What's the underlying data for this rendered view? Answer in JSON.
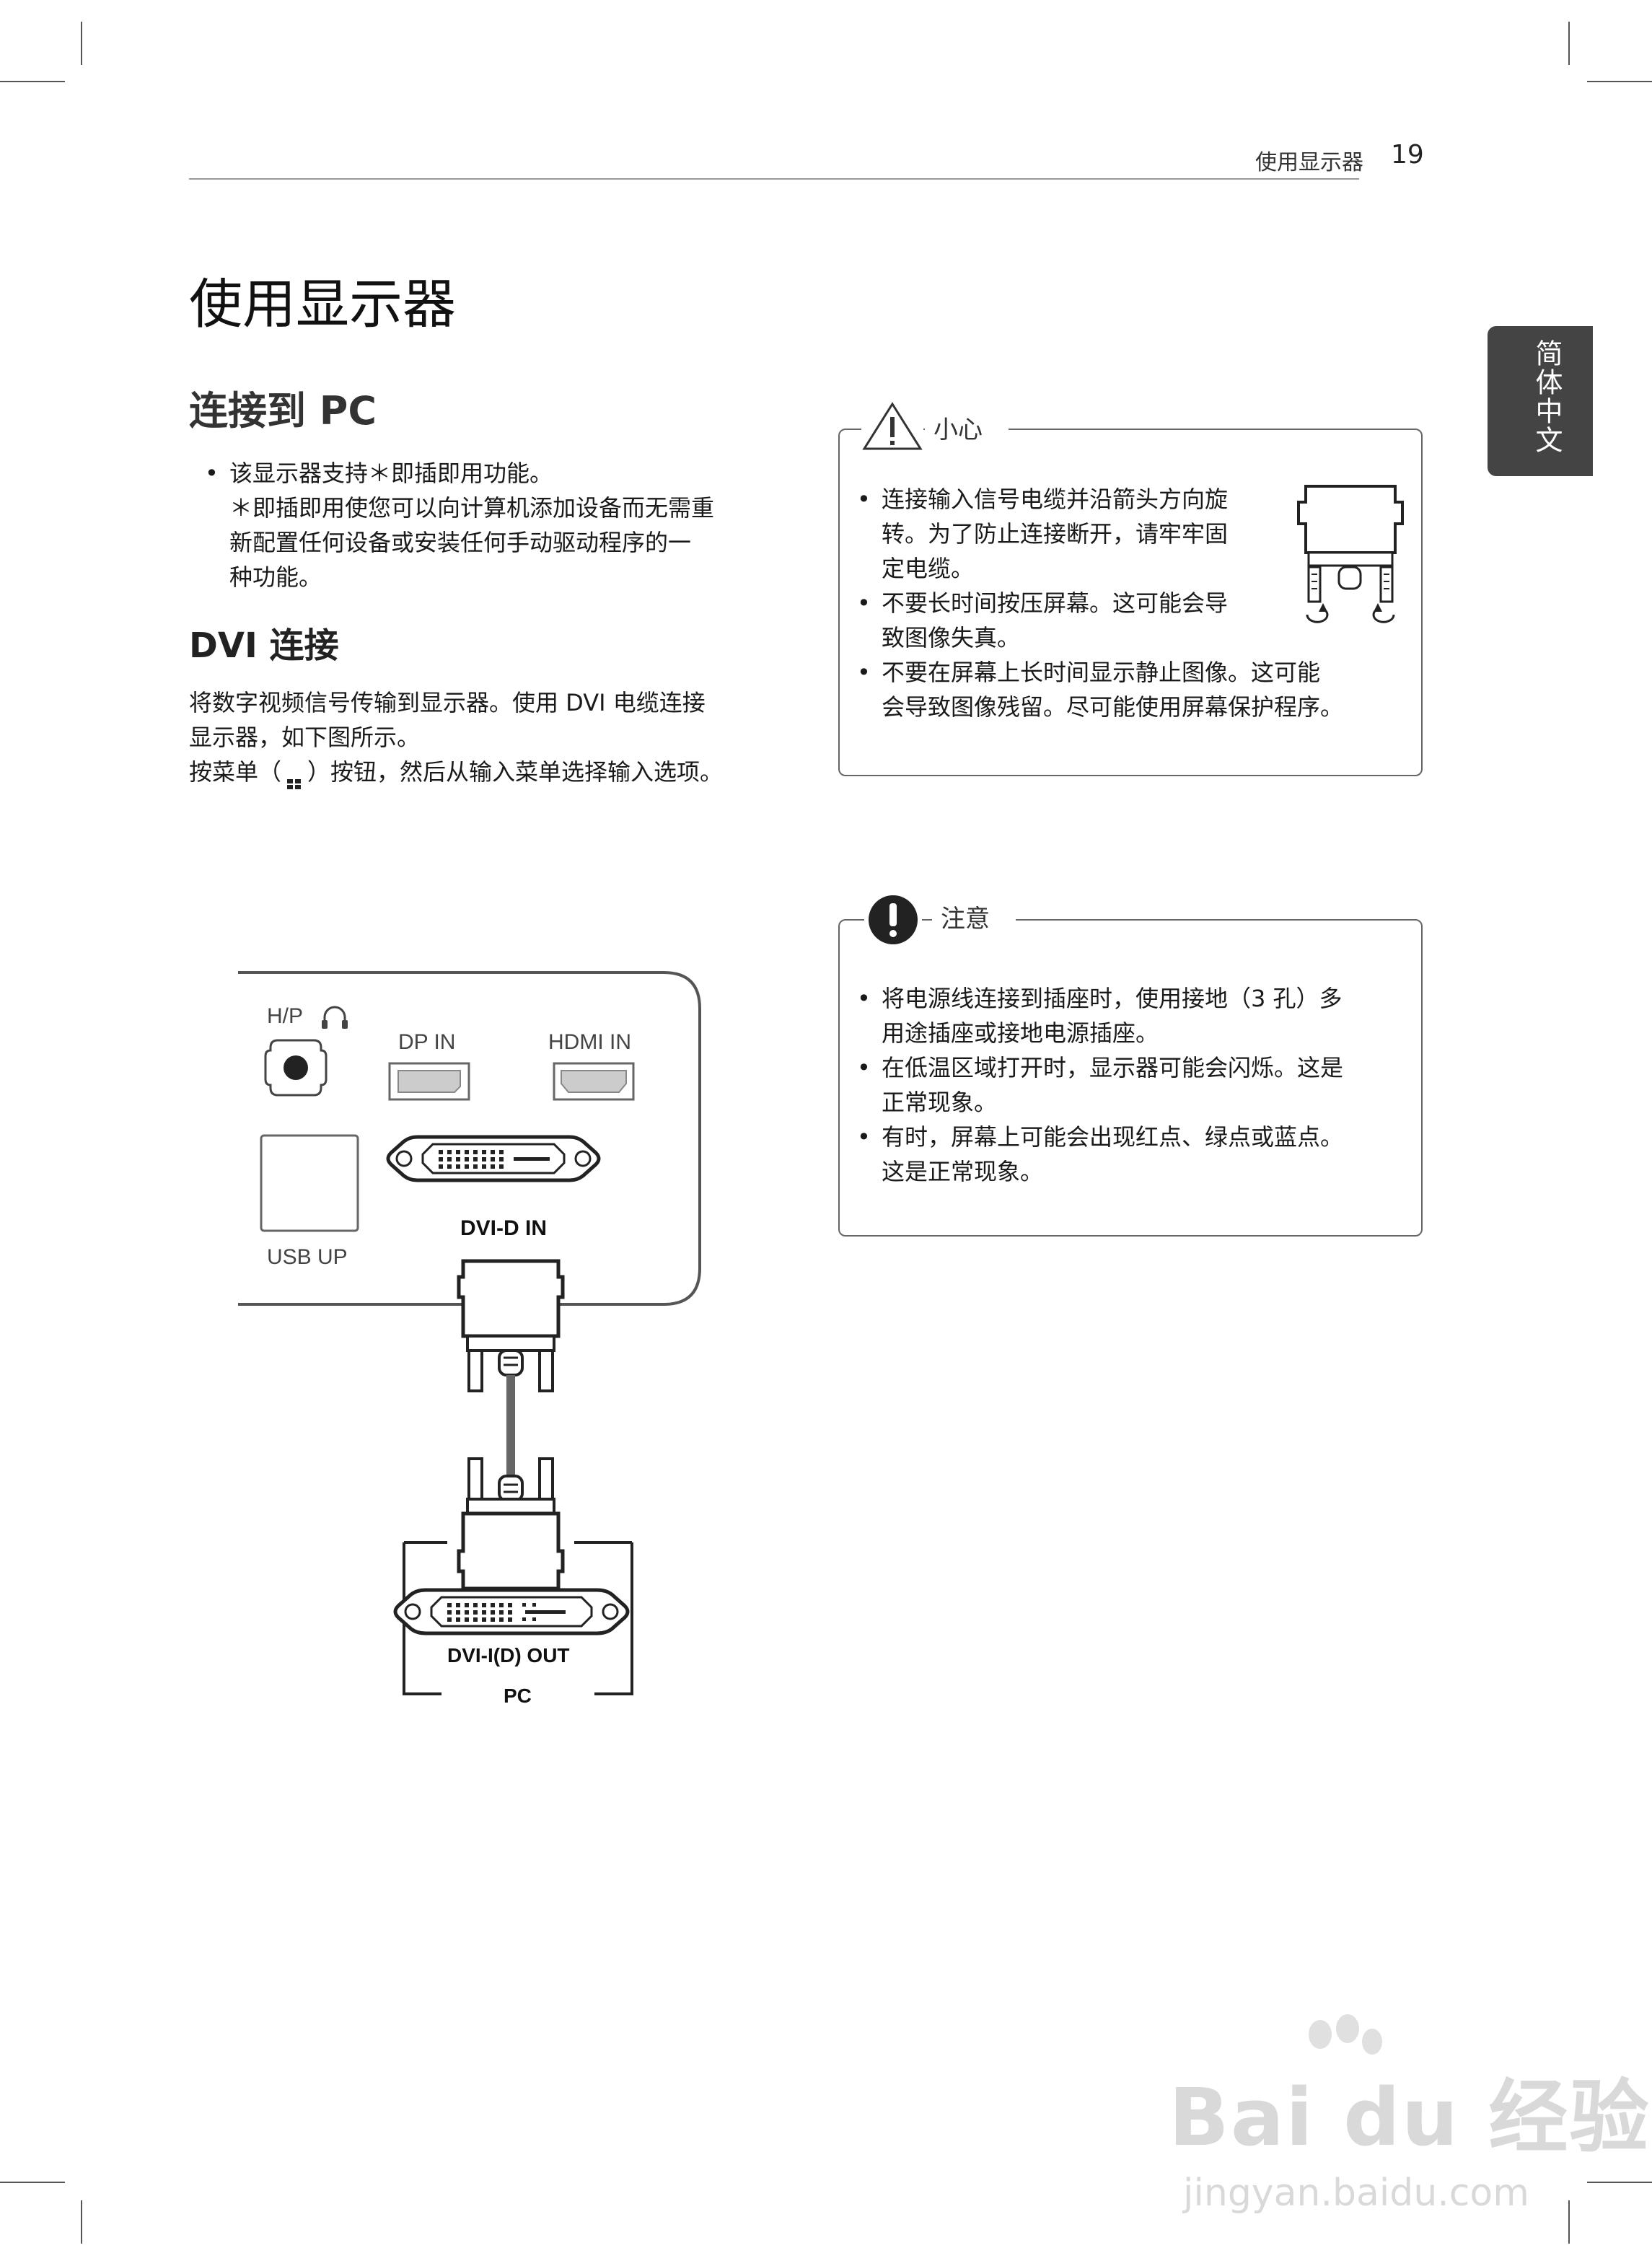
{
  "header": {
    "section": "使用显示器",
    "page_number": "19"
  },
  "side_tab": {
    "label": "简体中文"
  },
  "title": "使用显示器",
  "section_connect": {
    "heading": "连接到 PC",
    "bullets": [
      [
        "该显示器支持＊即插即用功能。",
        "＊即插即用使您可以向计算机添加设备而无需重",
        "新配置任何设备或安装任何手动驱动程序的一",
        "种功能。"
      ]
    ]
  },
  "section_dvi": {
    "heading": "DVI 连接",
    "paragraphs": [
      [
        "将数字视频信号传输到显示器。使用 DVI 电缆连接",
        "显示器，如下图所示。"
      ],
      [
        "按菜单（",
        "）按钮，然后从输入菜单选择输入选项。"
      ]
    ]
  },
  "caution": {
    "title": "小心",
    "bullets": [
      [
        "连接输入信号电缆并沿箭头方向旋",
        "转。为了防止连接断开，请牢牢固",
        "定电缆。"
      ],
      [
        "不要长时间按压屏幕。这可能会导",
        "致图像失真。"
      ],
      [
        "不要在屏幕上长时间显示静止图像。这可能",
        "会导致图像残留。尽可能使用屏幕保护程序。"
      ]
    ]
  },
  "note": {
    "title": "注意",
    "bullets": [
      [
        "将电源线连接到插座时，使用接地（3 孔）多",
        "用途插座或接地电源插座。"
      ],
      [
        "在低温区域打开时，显示器可能会闪烁。这是",
        "正常现象。"
      ],
      [
        "有时，屏幕上可能会出现红点、绿点或蓝点。",
        "这是正常现象。"
      ]
    ]
  },
  "diagram": {
    "hp_label": "H/P",
    "dp_label": "DP IN",
    "hdmi_label": "HDMI IN",
    "usb_label": "USB UP",
    "dvid_label": "DVI-D IN",
    "dvi_out_label": "DVI-I(D) OUT",
    "pc_label": "PC"
  },
  "watermark": {
    "brand": "Bai du 经验",
    "url": "jingyan.baidu.com"
  }
}
